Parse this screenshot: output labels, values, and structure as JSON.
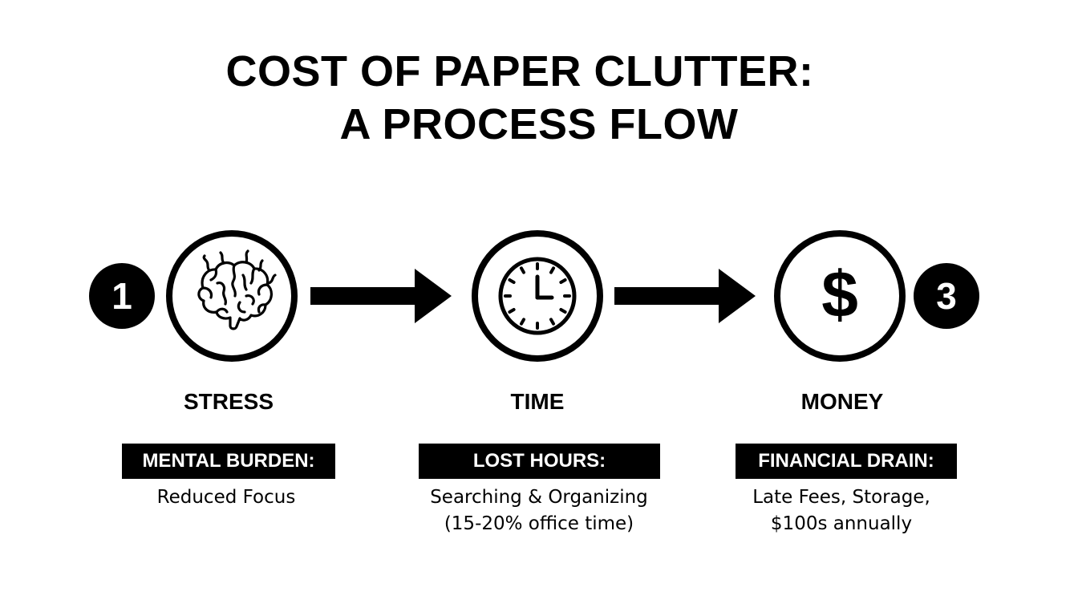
{
  "title": {
    "line1": "COST OF PAPER CLUTTER:",
    "line2": "A PROCESS FLOW"
  },
  "steps": [
    {
      "number": "1",
      "icon": "brain-icon",
      "label": "STRESS",
      "tag": "MENTAL BURDEN:",
      "desc_lines": [
        "Reduced Focus"
      ]
    },
    {
      "number": "",
      "icon": "clock-icon",
      "label": "TIME",
      "tag": "LOST HOURS:",
      "desc_lines": [
        "Searching & Organizing",
        "(15-20% office time)"
      ]
    },
    {
      "number": "3",
      "icon": "dollar-icon",
      "label": "MONEY",
      "tag": "FINANCIAL DRAIN:",
      "desc_lines": [
        "Late Fees, Storage,",
        "$100s annually"
      ]
    }
  ],
  "colors": {
    "foreground": "#000000",
    "background": "#ffffff"
  }
}
